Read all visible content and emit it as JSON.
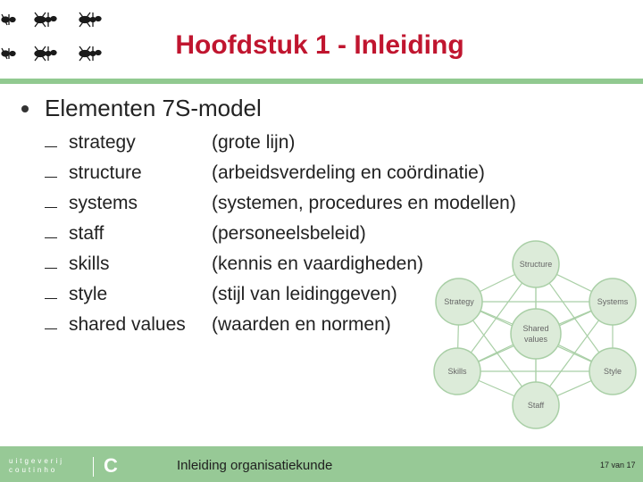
{
  "slide": {
    "title": "Hoofdstuk 1 - Inleiding",
    "bullet": "Elementen 7S-model",
    "items": [
      {
        "term": "strategy",
        "desc": "(grote lijn)"
      },
      {
        "term": "structure",
        "desc": "(arbeidsverdeling en coördinatie)"
      },
      {
        "term": "systems",
        "desc": "(systemen, procedures en modellen)"
      },
      {
        "term": "staff",
        "desc": "(personeelsbeleid)"
      },
      {
        "term": "skills",
        "desc": "(kennis en vaardigheden)"
      },
      {
        "term": "style",
        "desc": "(stijl van leidinggeven)"
      },
      {
        "term": "shared values",
        "desc": "(waarden en normen)"
      }
    ]
  },
  "diagram": {
    "structure": "Structure",
    "strategy": "Strategy",
    "systems": "Systems",
    "shared_line1": "Shared",
    "shared_line2": "values",
    "skills": "Skills",
    "style": "Style",
    "staff": "Staff"
  },
  "footer": {
    "course": "Inleiding organisatiekunde",
    "page": "17 van 17",
    "logo_line1": "uitgeverij",
    "logo_line2": "coutinho",
    "logo_letter": "C"
  },
  "colors": {
    "title": "#c0152f",
    "green": "#91c990",
    "circle_fill": "#dcebd9",
    "circle_stroke": "#a9cfa6"
  }
}
